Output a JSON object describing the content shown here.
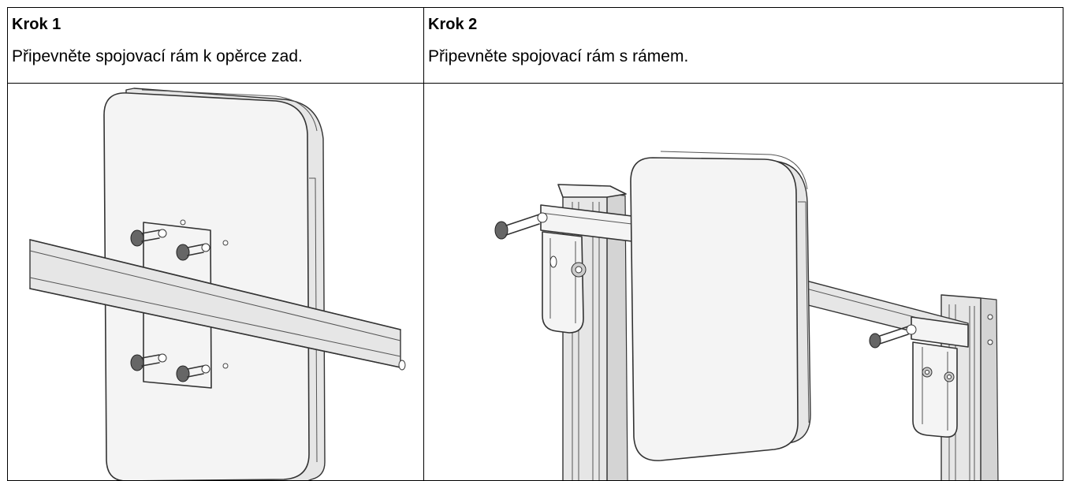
{
  "steps": [
    {
      "title": "Krok 1",
      "description": "Připevněte spojovací rám k opěrce zad.",
      "illustration": "backrest-frame-attach-illustration"
    },
    {
      "title": "Krok 2",
      "description": "Připevněte spojovací rám s rámem.",
      "illustration": "frame-assembly-illustration"
    }
  ]
}
